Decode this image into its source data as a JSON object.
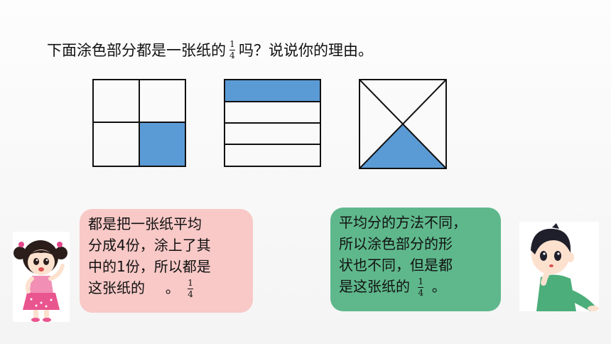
{
  "question": {
    "text_before": "下面涂色部分都是一张纸的",
    "fraction_num": "1",
    "fraction_den": "4",
    "text_after": "吗？说说你的理由。"
  },
  "colors": {
    "shade": "#5b9bd5",
    "pink_bubble": "#f8c9c7",
    "green_bubble": "#5fb88c"
  },
  "girl_bubble": {
    "line1": "都是把一张纸平均",
    "line2": "分成4份，涂上了其",
    "line3": "中的1份，所以都是",
    "line4_text": "这张纸的",
    "line4_end": "。",
    "fraction_num": "1",
    "fraction_den": "4"
  },
  "boy_bubble": {
    "line1": "平均分的方法不同，",
    "line2": "所以涂色部分的形",
    "line3": "状也不同，但是都",
    "line4_text": "是这张纸的",
    "line4_end": "。",
    "fraction_num": "1",
    "fraction_den": "4"
  },
  "icons": {
    "girl": "girl-cartoon-icon",
    "boy": "boy-cartoon-icon"
  }
}
